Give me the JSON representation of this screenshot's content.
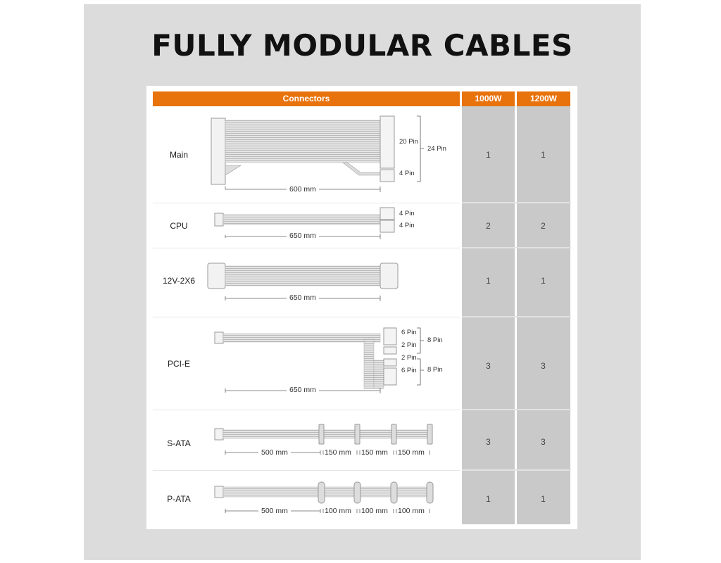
{
  "title": "FULLY MODULAR CABLES",
  "table": {
    "headers": {
      "connectors": "Connectors",
      "col1": "1000W",
      "col2": "1200W"
    },
    "accent_color": "#e8720c",
    "rows": [
      {
        "name": "Main",
        "w1000": "1",
        "w1200": "1",
        "length": "600 mm",
        "pins": [
          "20 Pin",
          "4 Pin",
          "24 Pin"
        ]
      },
      {
        "name": "CPU",
        "w1000": "2",
        "w1200": "2",
        "length": "650 mm",
        "pins": [
          "4 Pin",
          "4 Pin"
        ]
      },
      {
        "name": "12V-2X6",
        "w1000": "1",
        "w1200": "1",
        "length": "650 mm"
      },
      {
        "name": "PCI-E",
        "w1000": "3",
        "w1200": "3",
        "length": "650 mm",
        "pins": [
          "6 Pin",
          "2 Pin",
          "2 Pin",
          "6 Pin",
          "8 Pin",
          "8 Pin"
        ]
      },
      {
        "name": "S-ATA",
        "w1000": "3",
        "w1200": "3",
        "length": "500 mm",
        "segments": [
          "150 mm",
          "150 mm",
          "150 mm"
        ]
      },
      {
        "name": "P-ATA",
        "w1000": "1",
        "w1200": "1",
        "length": "500 mm",
        "segments": [
          "100 mm",
          "100 mm",
          "100 mm"
        ]
      }
    ]
  }
}
